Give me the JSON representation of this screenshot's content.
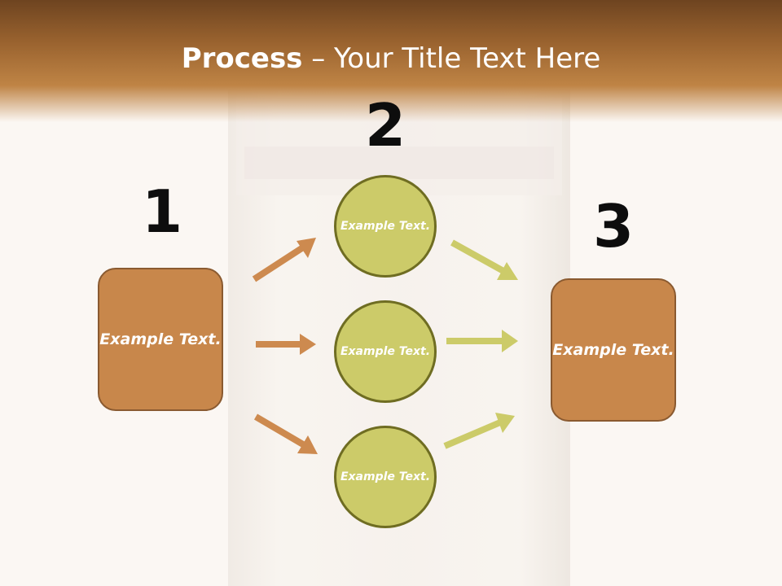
{
  "title": {
    "bold": "Process",
    "rest": " – Your Title Text Here"
  },
  "steps": [
    {
      "number": "1",
      "text": "Example Text."
    },
    {
      "number": "2",
      "items": [
        "Example Text.",
        "Example Text.",
        "Example Text."
      ]
    },
    {
      "number": "3",
      "text": "Example Text."
    }
  ],
  "colors": {
    "header": "#9a632f",
    "box_fill": "#c8874b",
    "box_border": "#8a5a30",
    "circle_fill": "#cccb69",
    "circle_border": "#6f6d22",
    "arrow_left": "#cd8a4f",
    "arrow_right": "#cccb69"
  }
}
